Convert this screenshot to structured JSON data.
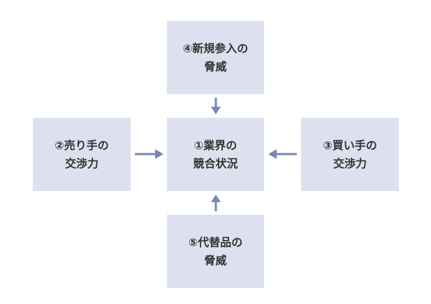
{
  "diagram": {
    "center": {
      "label": "①業界の\n競合状況"
    },
    "left": {
      "label": "②売り手の\n交渉力"
    },
    "right": {
      "label": "③買い手の\n交渉力"
    },
    "top": {
      "label": "④新規参入の\n脅威"
    },
    "bottom": {
      "label": "⑤代替品の\n脅威"
    }
  },
  "colors": {
    "box_fill": "#dde1ef",
    "arrow": "#7a86b5",
    "text": "#333333"
  }
}
